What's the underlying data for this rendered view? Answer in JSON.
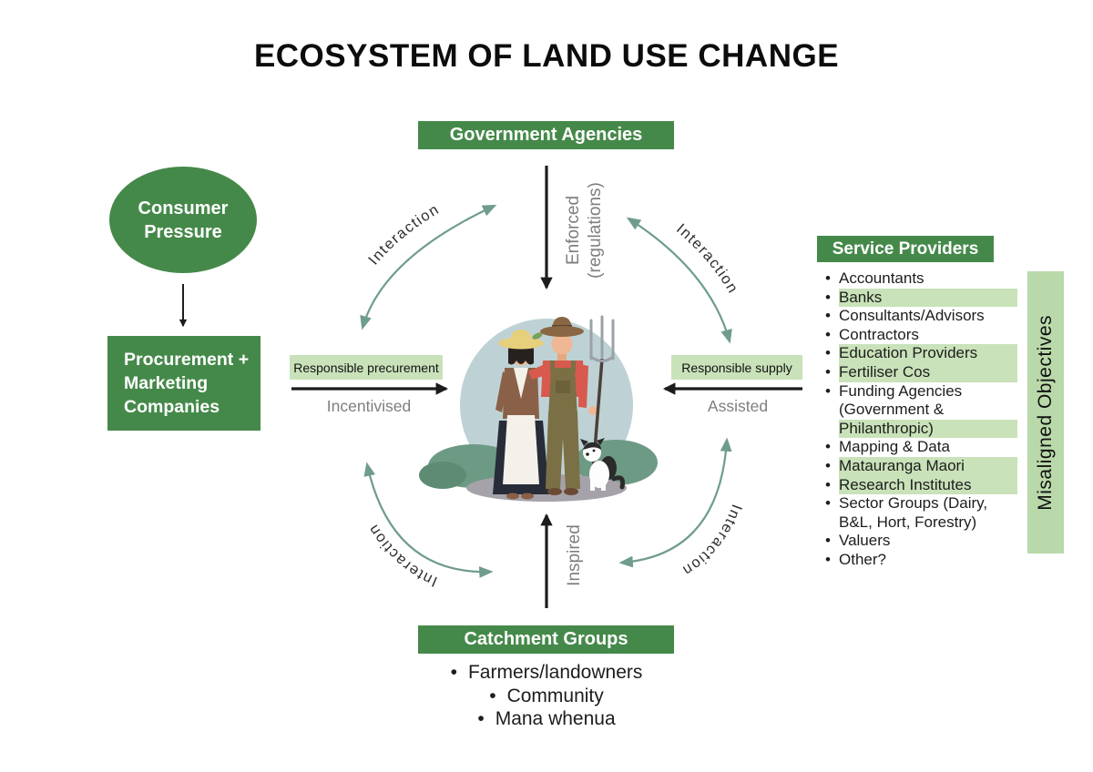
{
  "title": "ECOSYSTEM OF LAND USE CHANGE",
  "colors": {
    "dark-green": "#45894a",
    "light-green": "#c9e2ba",
    "bar-green": "#b9d9aa",
    "teal-arrow": "#6f9c8e",
    "gray-label": "#7e7e7e",
    "ink": "#1d1d1b"
  },
  "nodes": {
    "government_agencies": "Government Agencies",
    "consumer_pressure": "Consumer Pressure",
    "procurement_marketing": "Procurement + Marketing Companies",
    "service_providers": "Service Providers",
    "catchment_groups": "Catchment Groups",
    "misaligned_objectives": "Misaligned Objectives"
  },
  "service_provider_items": [
    {
      "text": "Accountants",
      "bullet": true,
      "highlighted": false
    },
    {
      "text": "Banks",
      "bullet": true,
      "highlighted": true
    },
    {
      "text": "Consultants/Advisors",
      "bullet": true,
      "highlighted": false
    },
    {
      "text": "Contractors",
      "bullet": true,
      "highlighted": false
    },
    {
      "text": "Education Providers",
      "bullet": true,
      "highlighted": true
    },
    {
      "text": "Fertiliser Cos",
      "bullet": true,
      "highlighted": true
    },
    {
      "text": "Funding Agencies",
      "bullet": true,
      "highlighted": false
    },
    {
      "text": "(Government &",
      "bullet": false,
      "highlighted": false
    },
    {
      "text": "Philanthropic)",
      "bullet": false,
      "highlighted": true
    },
    {
      "text": "Mapping & Data",
      "bullet": true,
      "highlighted": false
    },
    {
      "text": "Matauranga Maori",
      "bullet": true,
      "highlighted": true
    },
    {
      "text": "Research Institutes",
      "bullet": true,
      "highlighted": true
    },
    {
      "text": "Sector Groups (Dairy,",
      "bullet": true,
      "highlighted": false
    },
    {
      "text": "B&L, Hort, Forestry)",
      "bullet": false,
      "highlighted": false
    },
    {
      "text": "Valuers",
      "bullet": true,
      "highlighted": false
    },
    {
      "text": "Other?",
      "bullet": true,
      "highlighted": false
    }
  ],
  "catchment_items": [
    "Farmers/landowners",
    "Community",
    "Mana whenua"
  ],
  "edges": {
    "enforced_line1": "Enforced",
    "enforced_line2": "(regulations)",
    "interaction": "Interaction",
    "responsible_procurement": "Responsible precurement",
    "incentivised": "Incentivised",
    "responsible_supply": "Responsible supply",
    "assisted": "Assisted",
    "inspired": "Inspired"
  }
}
